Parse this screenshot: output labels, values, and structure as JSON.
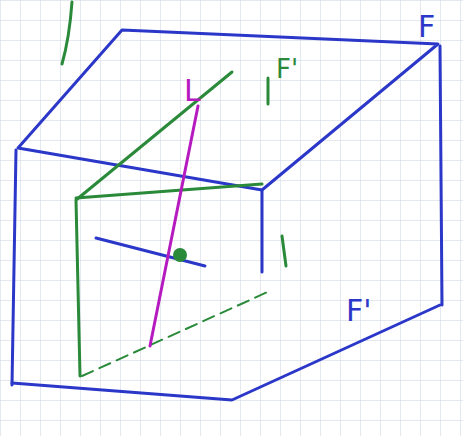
{
  "diagram": {
    "labels": [
      "F",
      "F'",
      "L",
      "F'"
    ]
  }
}
